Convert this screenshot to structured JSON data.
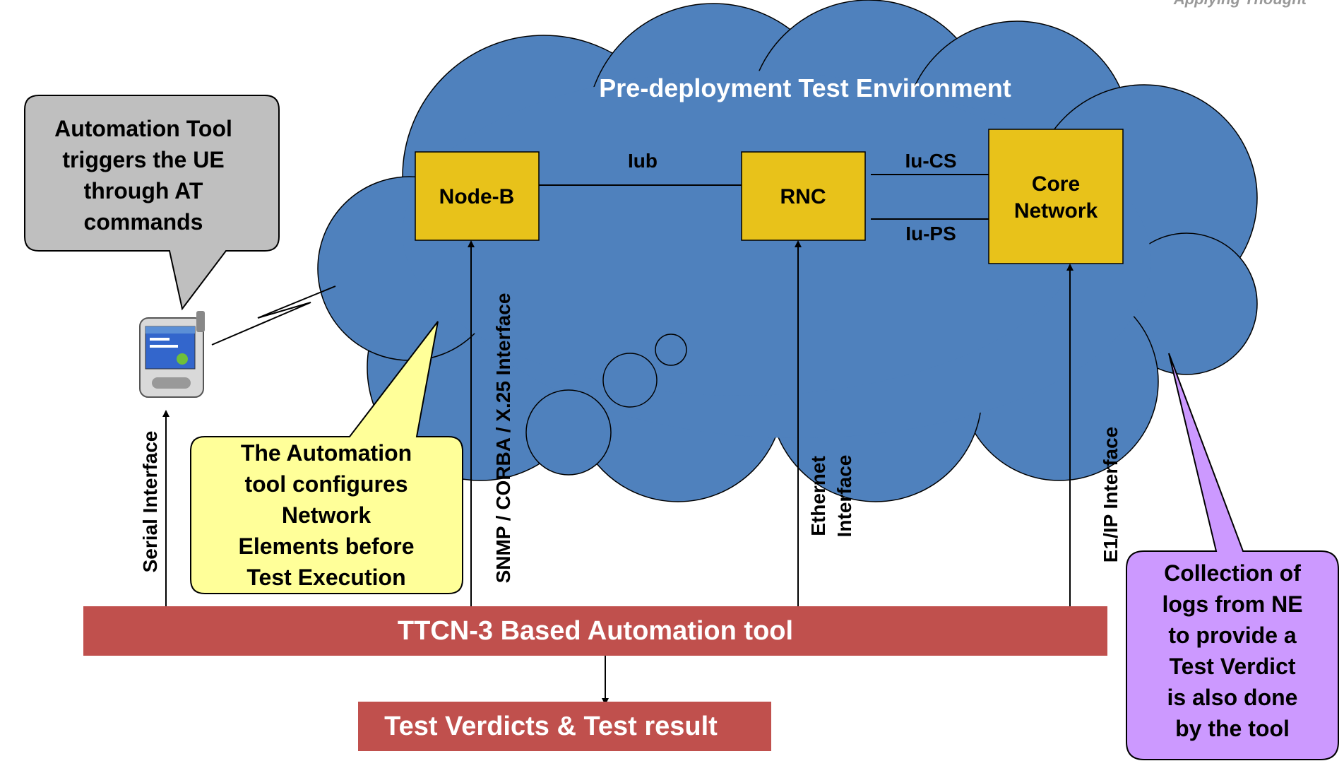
{
  "brand": {
    "tagline": "Applying Thought"
  },
  "cloud": {
    "title": "Pre-deployment Test Environment"
  },
  "nodes": {
    "nodeb": "Node-B",
    "rnc": "RNC",
    "core_line1": "Core",
    "core_line2": "Network"
  },
  "links": {
    "iub": "Iub",
    "iu_cs": "Iu-CS",
    "iu_ps": "Iu-PS"
  },
  "interfaces": {
    "serial": "Serial Interface",
    "snmp": "SNMP / CORBA / X.25 Interface",
    "ethernet_line1": "Ethernet",
    "ethernet_line2": "Interface",
    "e1ip": "E1/IP Interface"
  },
  "callouts": {
    "gray": [
      "Automation Tool",
      "triggers the UE",
      "through AT",
      "commands"
    ],
    "yellow": [
      "The Automation",
      "tool configures",
      "Network",
      "Elements before",
      "Test Execution"
    ],
    "purple": [
      "Collection of",
      "logs from NE",
      "to provide a",
      "Test Verdict",
      "is also done",
      "by the tool"
    ]
  },
  "bars": {
    "tool": "TTCN-3 Based Automation tool",
    "verdict": "Test Verdicts & Test result"
  },
  "colors": {
    "cloud": "#4F81BD",
    "node": "#E8C21A",
    "bar": "#C0504D",
    "gray_callout": "#BFBFBF",
    "yellow_callout": "#FFFF99",
    "purple_callout": "#CC99FF"
  }
}
